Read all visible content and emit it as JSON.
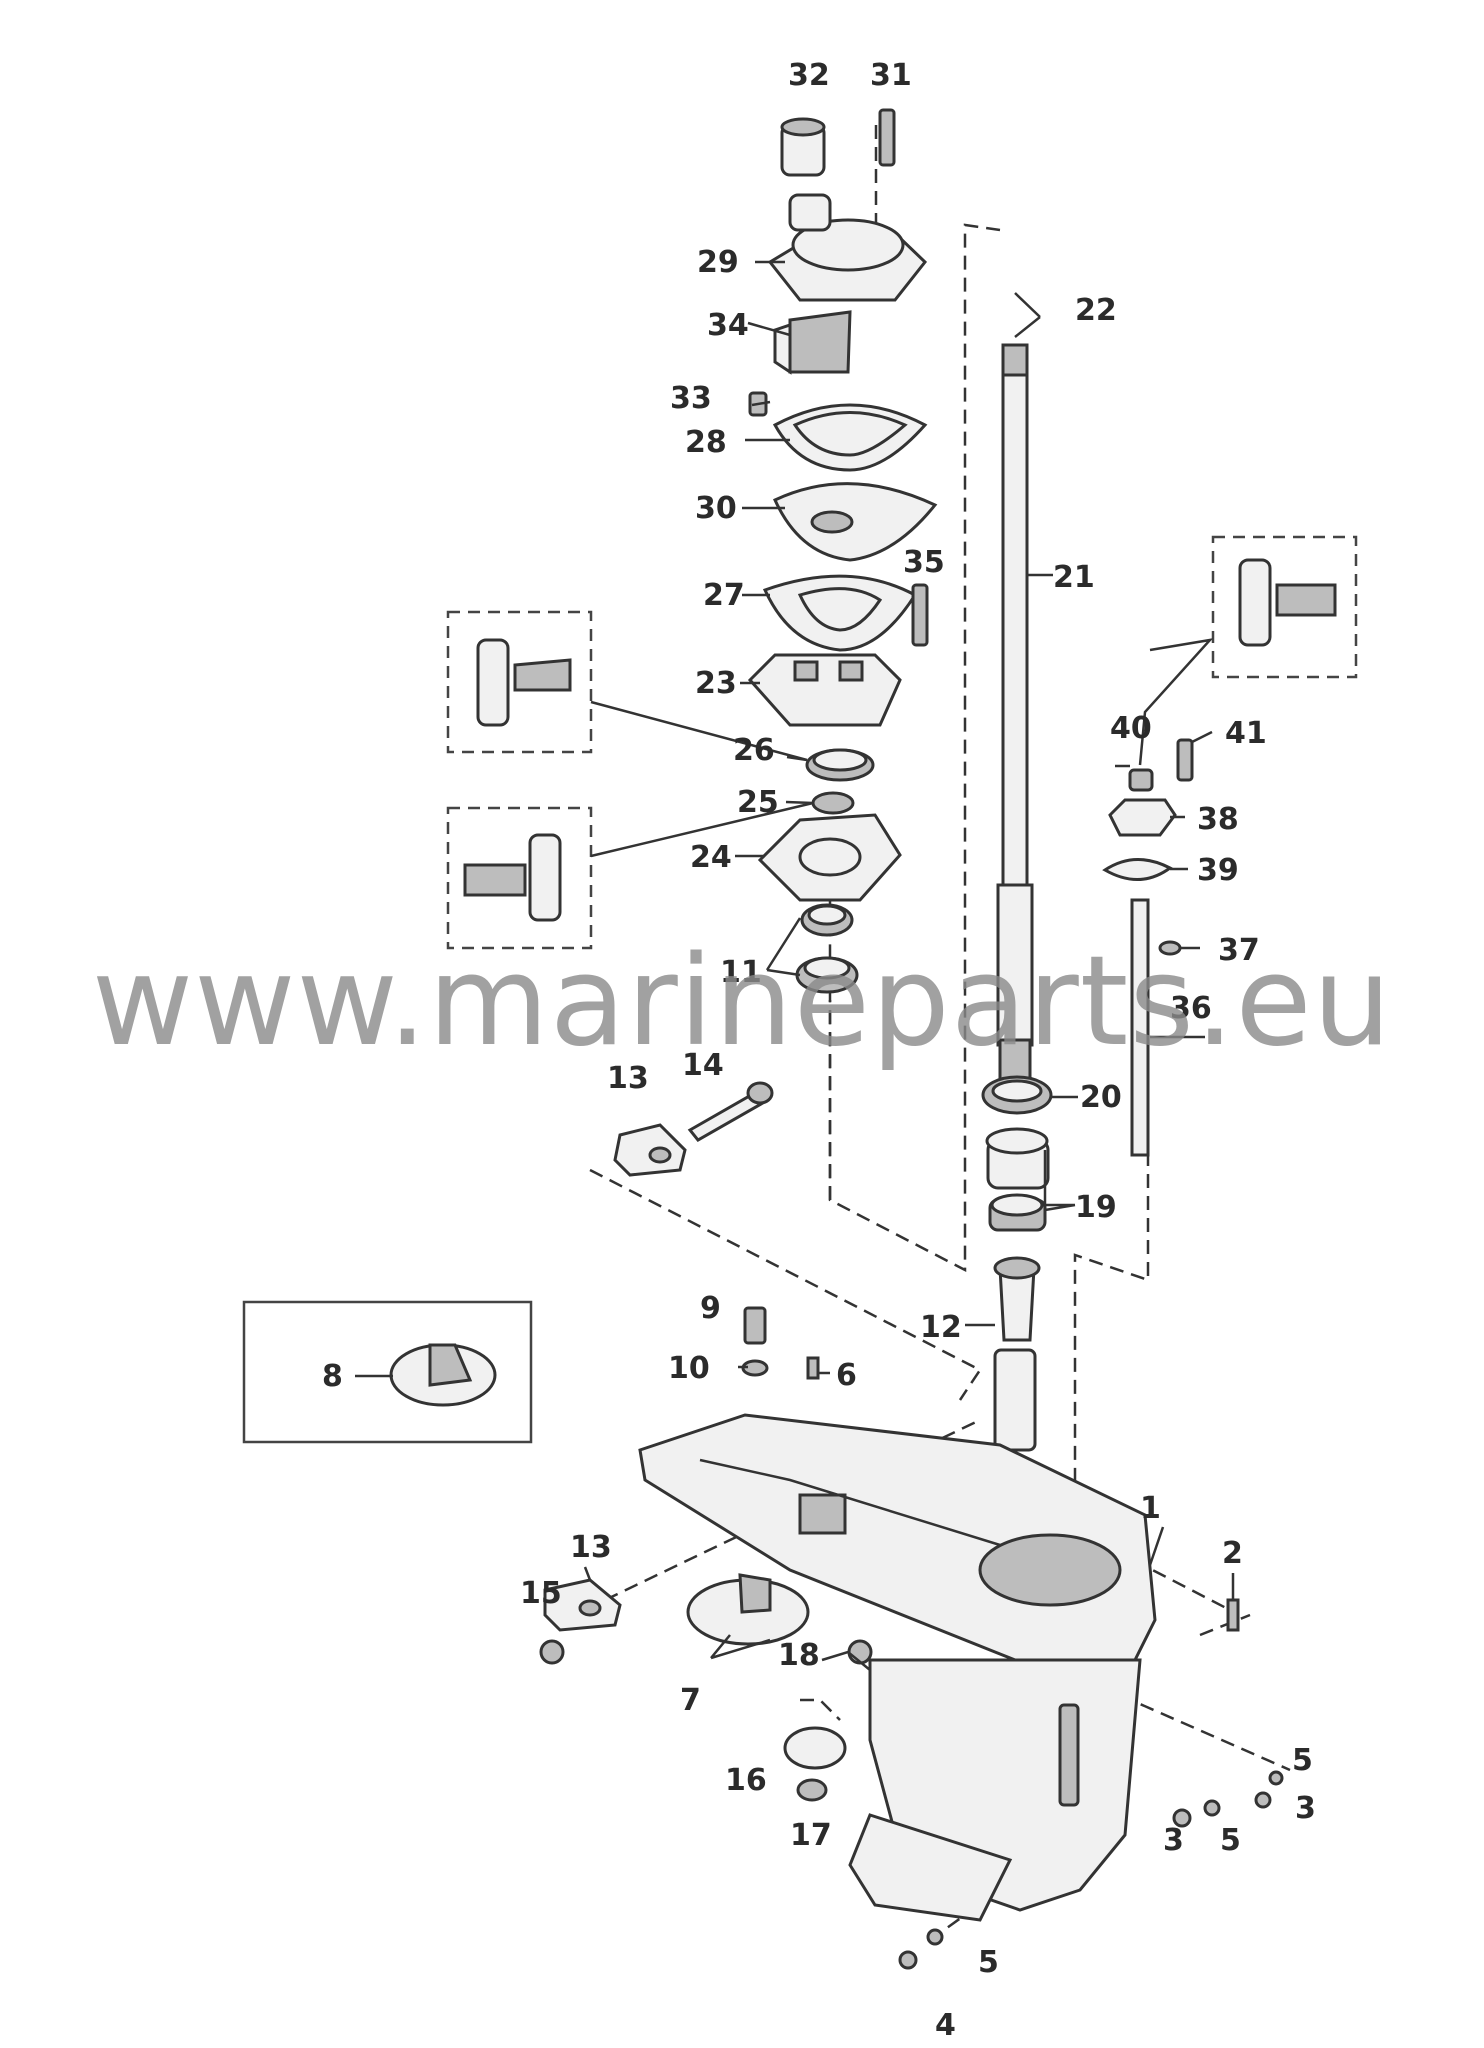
{
  "watermark": "www.marineparts.eu",
  "callouts": [
    "32",
    "31",
    "29",
    "22",
    "34",
    "33",
    "28",
    "30",
    "21",
    "27",
    "35",
    "23",
    "26",
    "25",
    "24",
    "11",
    "40",
    "41",
    "38",
    "39",
    "37",
    "36",
    "13",
    "14",
    "20",
    "19",
    "12",
    "9",
    "10",
    "6",
    "8",
    "1",
    "2",
    "13",
    "15",
    "18",
    "7",
    "16",
    "17",
    "5",
    "3",
    "5",
    "3",
    "5",
    "4"
  ]
}
